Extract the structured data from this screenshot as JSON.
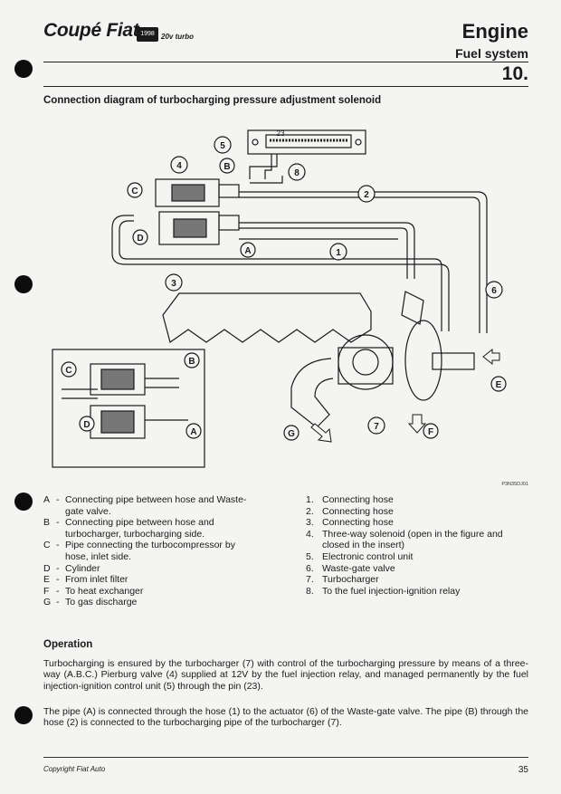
{
  "header": {
    "brand": "Coupé Fiat",
    "badge": "1998",
    "model": "20v turbo",
    "section": "Engine",
    "subsection": "Fuel system",
    "page_code": "10."
  },
  "title": "Connection diagram of turbocharging pressure adjustment solenoid",
  "diagram": {
    "ref_code": "P3N35DJ01",
    "number_callouts": [
      "1",
      "2",
      "3",
      "4",
      "5",
      "6",
      "7",
      "8"
    ],
    "letter_callouts": [
      "A",
      "B",
      "C",
      "D",
      "E",
      "F",
      "G"
    ],
    "connector_pin": "23"
  },
  "legend_letters": [
    {
      "key": "A",
      "text": "Connecting pipe between hose and Waste-gate valve."
    },
    {
      "key": "B",
      "text": "Connecting pipe between hose and turbocharger, turbocharging side."
    },
    {
      "key": "C",
      "text": "Pipe connecting the turbocompressor by hose, inlet side."
    },
    {
      "key": "D",
      "text": "Cylinder"
    },
    {
      "key": "E",
      "text": "From inlet filter"
    },
    {
      "key": "F",
      "text": "To heat exchanger"
    },
    {
      "key": "G",
      "text": "To gas discharge"
    }
  ],
  "legend_numbers": [
    {
      "key": "1.",
      "text": "Connecting hose"
    },
    {
      "key": "2.",
      "text": "Connecting hose"
    },
    {
      "key": "3.",
      "text": "Connecting hose"
    },
    {
      "key": "4.",
      "text": "Three-way solenoid (open in the figure and closed in the insert)"
    },
    {
      "key": "5.",
      "text": "Electronic control unit"
    },
    {
      "key": "6.",
      "text": "Waste-gate valve"
    },
    {
      "key": "7.",
      "text": "Turbocharger"
    },
    {
      "key": "8.",
      "text": "To the fuel injection-ignition relay"
    }
  ],
  "operation": {
    "heading": "Operation",
    "para1": "Turbocharging is ensured by the turbocharger (7) with control of the turbocharging pressure by means of a three-way (A.B.C.) Pierburg valve (4) supplied at 12V by the fuel injection relay, and managed permanently by the fuel injection-ignition control unit (5) through the pin (23).",
    "para2": "The pipe (A) is connected through the hose (1) to the actuator (6) of the Waste-gate valve. The pipe (B) through the hose (2) is connected to the turbocharging pipe of the turbocharger (7)."
  },
  "footer": {
    "copyright": "Copyright Fiat Auto",
    "page_number": "35"
  }
}
